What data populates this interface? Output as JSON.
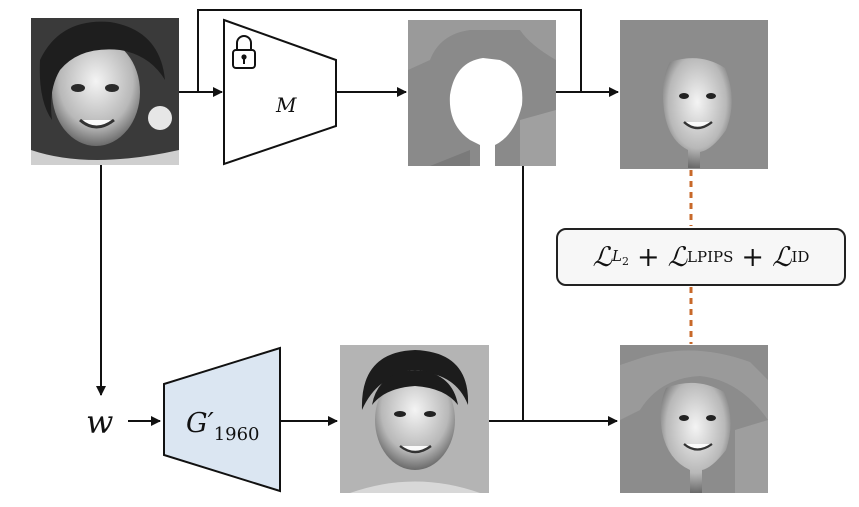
{
  "diagram": {
    "nodes": {
      "mask_net_label": "M",
      "generator_label_base": "G′",
      "generator_label_sub": "1960",
      "latent_label": "w"
    },
    "loss": {
      "symbol": "ℒ",
      "l2_sub": "L",
      "l2_sub2": "2",
      "plus": "+",
      "lpips_sub": "LPIPS",
      "id_sub": "ID"
    },
    "colors": {
      "generator_fill": "#dbe6f2",
      "dashed_link": "#c8692a",
      "stroke": "#111111"
    }
  }
}
